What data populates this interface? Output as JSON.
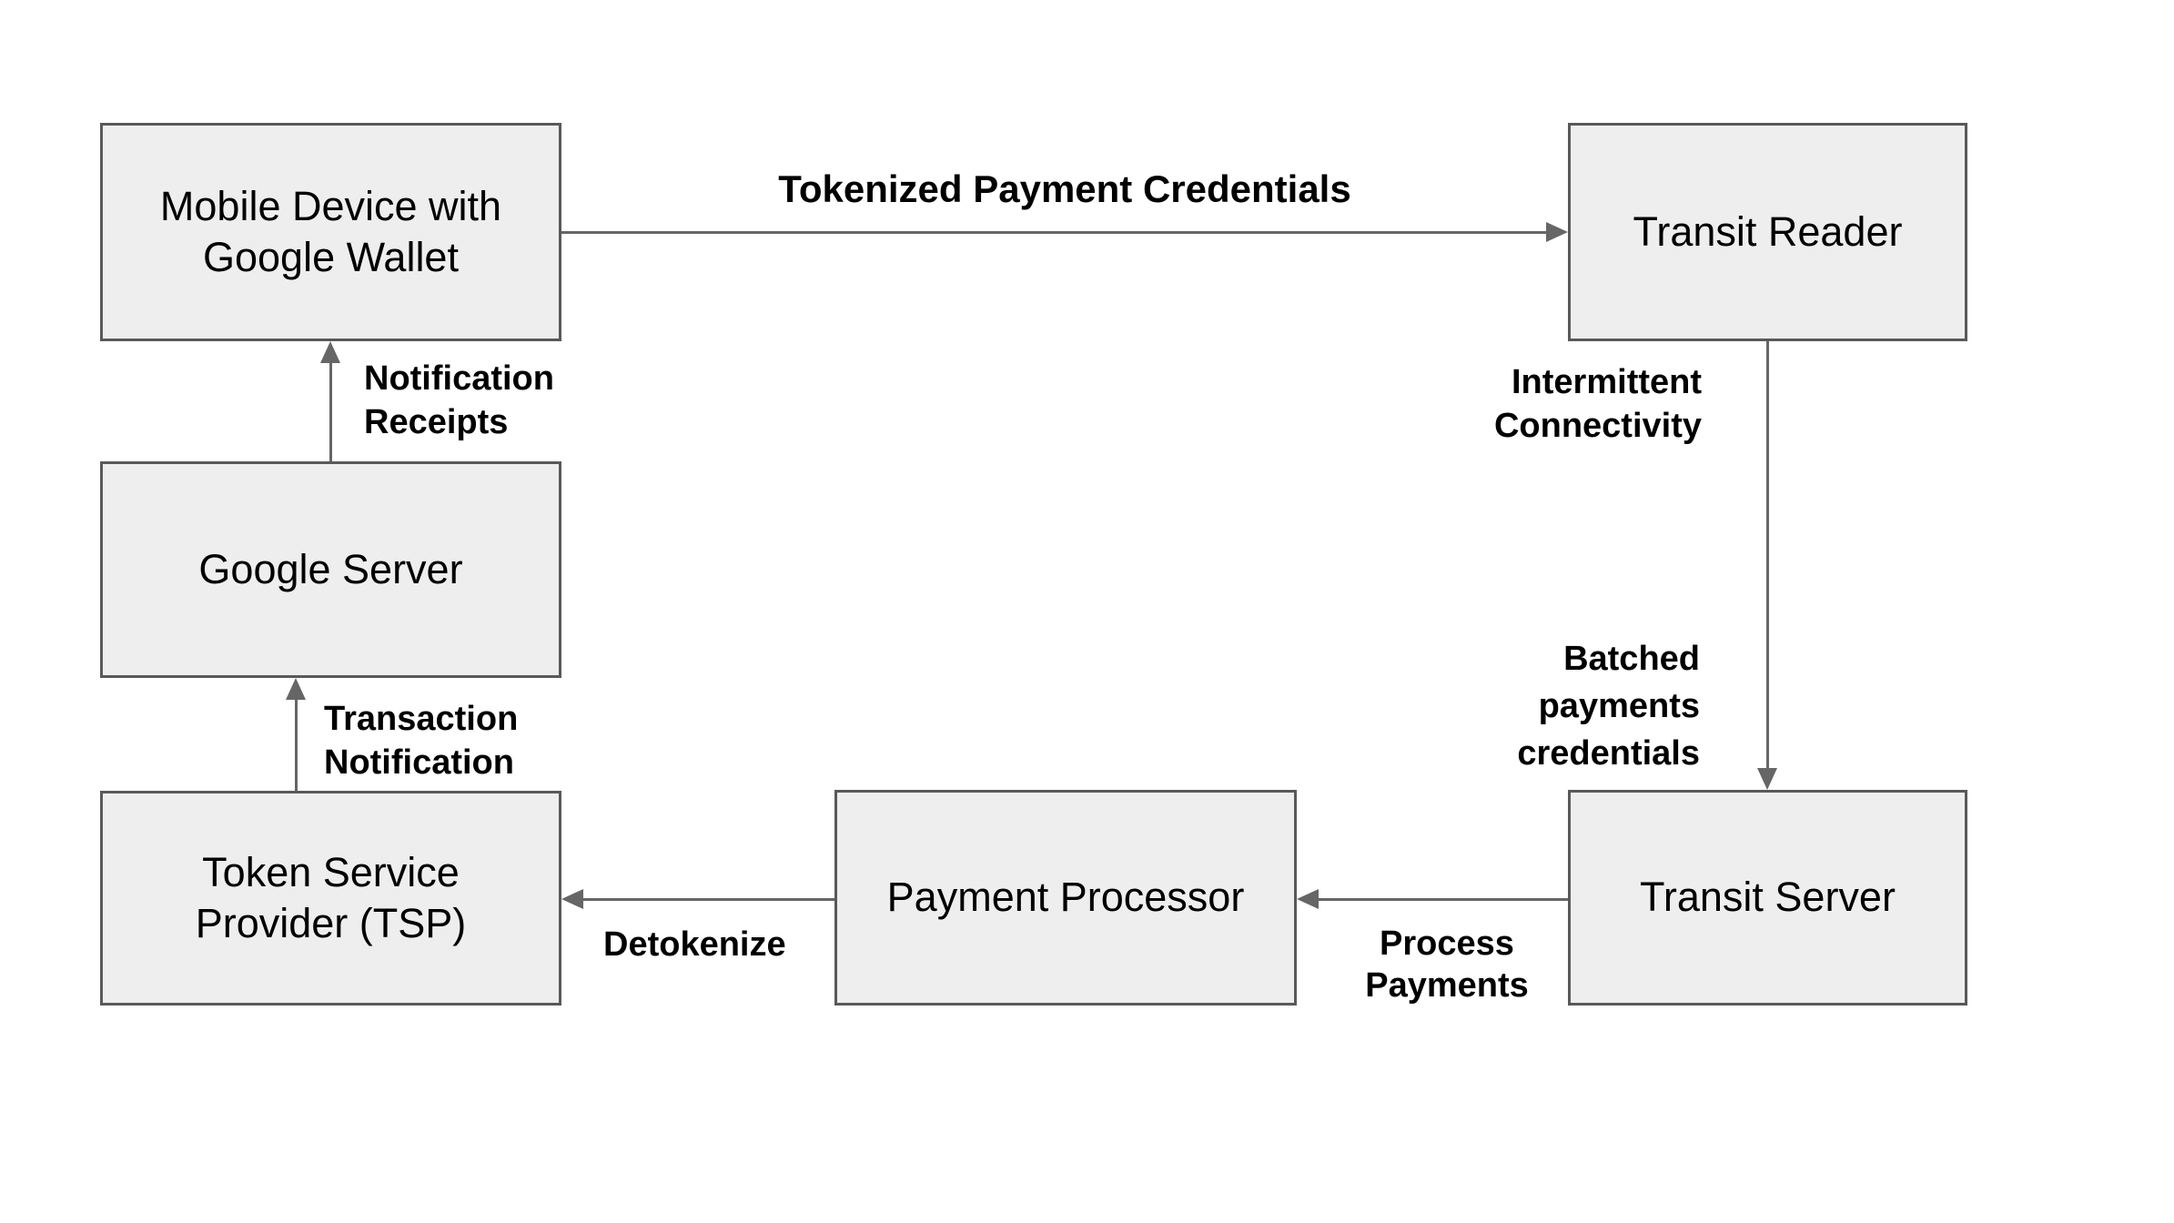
{
  "diagram": {
    "nodes": {
      "mobile_device": {
        "label": "Mobile Device with\nGoogle Wallet"
      },
      "transit_reader": {
        "label": "Transit Reader"
      },
      "google_server": {
        "label": "Google Server"
      },
      "tsp": {
        "label": "Token Service\nProvider (TSP)"
      },
      "payment_processor": {
        "label": "Payment Processor"
      },
      "transit_server": {
        "label": "Transit Server"
      }
    },
    "edges": {
      "tokenized": {
        "label": "Tokenized Payment Credentials",
        "from": "mobile_device",
        "to": "transit_reader"
      },
      "intermittent": {
        "label": "Intermittent\nConnectivity",
        "from": "transit_reader",
        "to": "transit_server"
      },
      "batched": {
        "label": "Batched\npayments\ncredentials",
        "from": "transit_reader",
        "to": "transit_server"
      },
      "process": {
        "label": "Process\nPayments",
        "from": "transit_server",
        "to": "payment_processor"
      },
      "detokenize": {
        "label": "Detokenize",
        "from": "payment_processor",
        "to": "tsp"
      },
      "transaction": {
        "label": "Transaction\nNotification",
        "from": "tsp",
        "to": "google_server"
      },
      "receipts": {
        "label": "Notification\nReceipts",
        "from": "google_server",
        "to": "mobile_device"
      }
    },
    "colors": {
      "box_fill": "#eeeeee",
      "box_border": "#595959",
      "arrow": "#666666",
      "text": "#000000",
      "background": "#ffffff"
    }
  }
}
